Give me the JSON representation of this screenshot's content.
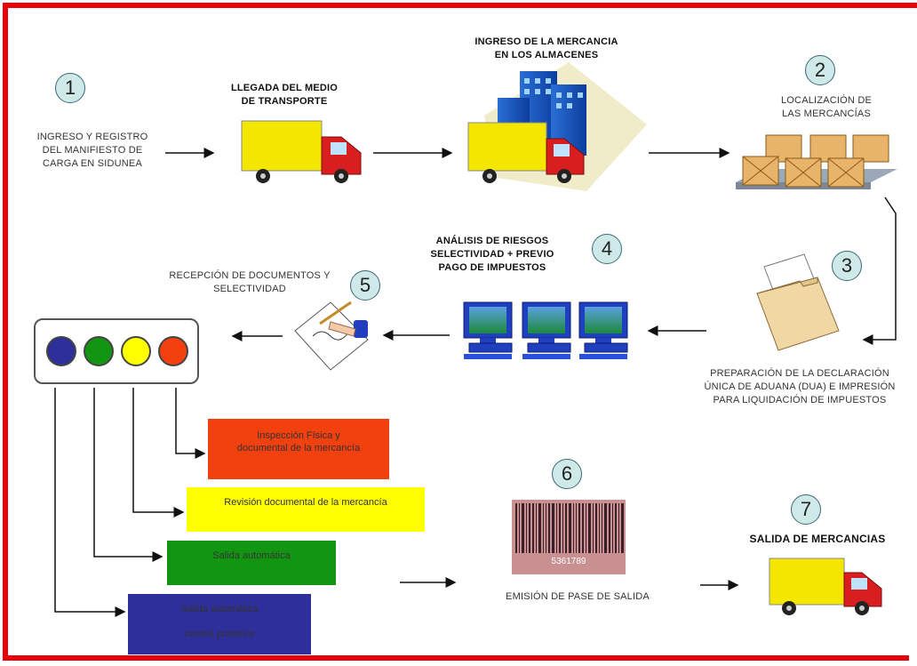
{
  "steps": [
    {
      "num": "1",
      "label": "INGRESO Y REGISTRO\nDEL MANIFIESTO DE\nCARGA EN SIDUNEA"
    },
    {
      "num": "2",
      "label": "LOCALIZACIÓN DE\nLAS MERCANCÍAS"
    },
    {
      "num": "3",
      "label": "PREPARACIÓN DE LA DECLARACIÓN\nÚNICA DE ADUANA (DUA) E IMPRESIÓN\nPARA LIQUIDACIÓN DE IMPUESTOS"
    },
    {
      "num": "4",
      "label": "ANÁLISIS DE RIESGOS\nSELECTIVIDAD + PREVIO\nPAGO DE IMPUESTOS"
    },
    {
      "num": "5",
      "label": "RECEPCIÓN DE DOCUMENTOS Y\nSELECTIVIDAD"
    },
    {
      "num": "6",
      "label": "EMISIÓN DE PASE DE SALIDA"
    },
    {
      "num": "7",
      "label": "SALIDA DE MERCANCIAS"
    }
  ],
  "labels": {
    "arrival": "LLEGADA DEL MEDIO\nDE TRANSPORTE",
    "warehouse": "INGRESO DE LA MERCANCIA\nEN LOS ALMACENES"
  },
  "channels": [
    {
      "label": "Inspección Física y\ndocumental de la mercancía",
      "color": "#f2400f"
    },
    {
      "label": "Revisión documental de la mercancía",
      "color": "#ffff00"
    },
    {
      "label": "Salida automática",
      "color": "#129612"
    },
    {
      "label": "Salida automática\n\ncontrol posterior",
      "color": "#2e2f9a"
    }
  ],
  "barcode_text": "5361789",
  "colors": {
    "frame": "#e8000b",
    "truck_body": "#f5e600",
    "truck_cab": "#d81e1e"
  },
  "icons": [
    "truck-icon",
    "buildings-icon",
    "boxes-icon",
    "folder-icon",
    "computer-icon",
    "signature-icon",
    "barcode-icon",
    "traffic-light-icon"
  ]
}
